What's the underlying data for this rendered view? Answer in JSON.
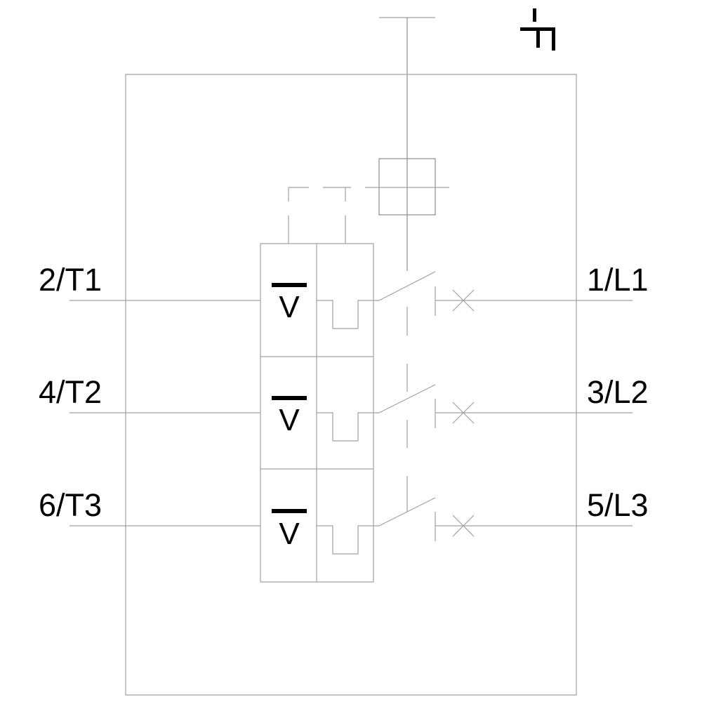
{
  "diagram": {
    "title_symbol": "circuit-breaker-symbol",
    "left_terminals": [
      {
        "label": "2/T1"
      },
      {
        "label": "4/T2"
      },
      {
        "label": "6/T3"
      }
    ],
    "right_terminals": [
      {
        "label": "1/L1"
      },
      {
        "label": "3/L2"
      },
      {
        "label": "5/L3"
      }
    ],
    "poles": [
      {
        "release_glyph": "V"
      },
      {
        "release_glyph": "V"
      },
      {
        "release_glyph": "V"
      }
    ],
    "colors": {
      "line": "#a0a0a0",
      "text": "#000000",
      "background": "#ffffff"
    }
  }
}
